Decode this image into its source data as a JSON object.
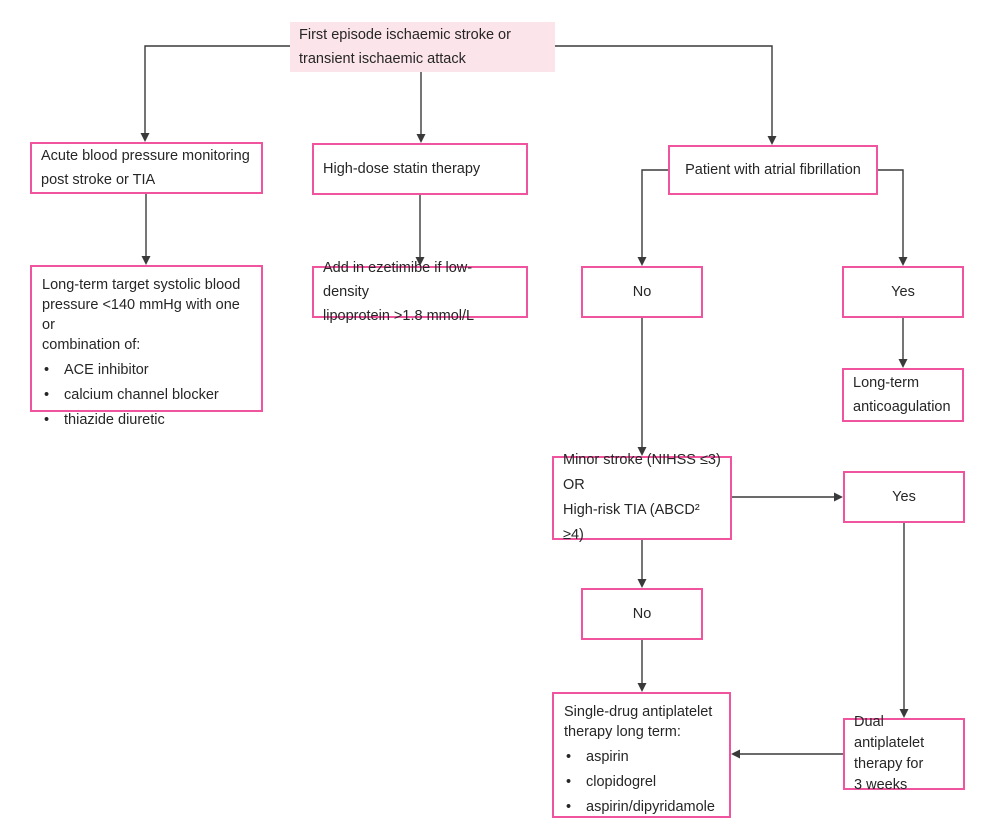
{
  "colors": {
    "accent_pink": "#f0549f",
    "start_fill": "#fbe5ea",
    "line_color": "#3a3a3a",
    "text_color": "#262626"
  },
  "nodes": {
    "start": {
      "text": "First episode ischaemic stroke or\ntransient ischaemic attack"
    },
    "acute_bp": {
      "text": "Acute blood pressure monitoring\npost stroke or TIA"
    },
    "bp_target": {
      "intro": "Long-term target systolic blood\npressure <140 mmHg with one or\ncombination of:",
      "bullets": [
        "ACE inhibitor",
        "calcium channel blocker",
        "thiazide diuretic"
      ]
    },
    "statin": {
      "text": "High-dose statin therapy"
    },
    "ezetimibe": {
      "text": "Add in ezetimibe if low-density\nlipoprotein >1.8 mmol/L"
    },
    "af": {
      "text": "Patient with atrial fibrillation"
    },
    "af_no": {
      "text": "No"
    },
    "af_yes": {
      "text": "Yes"
    },
    "anticoagulation": {
      "text": "Long-term\nanticoagulation"
    },
    "minor_stroke": {
      "text": "Minor stroke (NIHSS ≤3)\nOR\nHigh-risk TIA (ABCD² ≥4)"
    },
    "minor_yes": {
      "text": "Yes"
    },
    "minor_no": {
      "text": "No"
    },
    "single_drug": {
      "intro": "Single-drug antiplatelet\ntherapy long term:",
      "bullets": [
        "aspirin",
        "clopidogrel",
        "aspirin/dipyridamole"
      ]
    },
    "dual": {
      "text": "Dual antiplatelet\ntherapy for\n3 weeks"
    }
  }
}
